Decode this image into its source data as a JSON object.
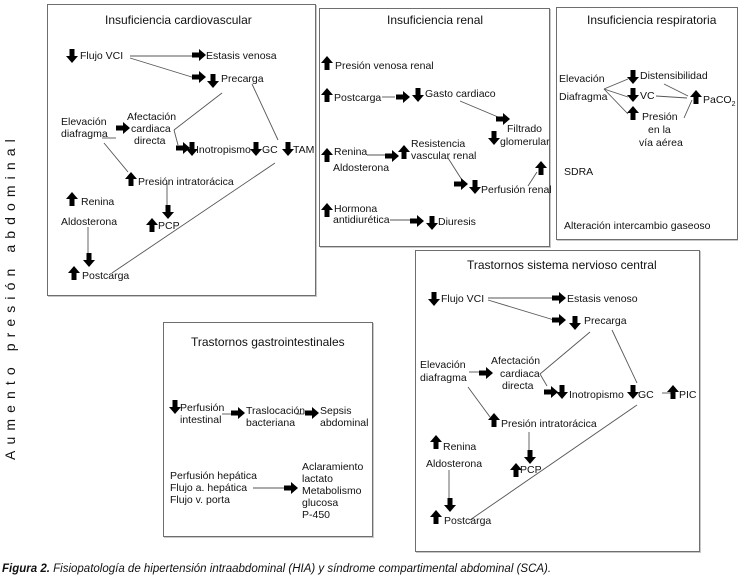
{
  "side_label": "Aumento presión abdominal",
  "caption": {
    "label": "Figura 2.",
    "text": " Fisiopatología de hipertensión intraabdominal (HIA) y síndrome compartimental abdominal (SCA)."
  },
  "icons": {
    "up": "arrow-up-icon",
    "down": "arrow-down-icon",
    "right": "arrow-right-icon"
  },
  "cardiovascular": {
    "title": "Insuficiencia cardiovascular",
    "flujo_vci": "Flujo VCI",
    "estasis": "Estasis venosa",
    "precarga": "Precarga",
    "elevacion": "Elevación",
    "diafragma": "diafragma",
    "afectacion_1": "Afectación",
    "afectacion_2": "cardiaca",
    "afectacion_3": "directa",
    "inotropismo": "Inotropismo",
    "gc": "GC",
    "tam": "TAM",
    "presion_intratoracica": "Presión intratorácica",
    "renina": "Renina",
    "aldosterona": "Aldosterona",
    "pcp": "PCP",
    "postcarga": "Postcarga"
  },
  "renal": {
    "title": "Insuficiencia renal",
    "presion_venosa": "Presión venosa renal",
    "postcarga": "Postcarga",
    "gasto": "Gasto cardiaco",
    "filtrado_1": "Filtrado",
    "filtrado_2": "glomerular",
    "renina": "Renina",
    "aldosterona": "Aldosterona",
    "resistencia_1": "Resistencia",
    "resistencia_2": "vascular renal",
    "perfusion": "Perfusión renal",
    "hormona_1": "Hormona",
    "hormona_2": "antidiurética",
    "diuresis": "Diuresis"
  },
  "respiratoria": {
    "title": "Insuficiencia respiratoria",
    "elevacion": "Elevación",
    "diafragma": "Diafragma",
    "distensibilidad": "Distensibilidad",
    "vc": "VC",
    "presion_1": "Presión",
    "presion_2": "en la",
    "presion_3": "vía aérea",
    "paco2": "PaCO",
    "paco2_sub": "2",
    "sdra": "SDRA",
    "alteracion": "Alteración intercambio gaseoso"
  },
  "gastro": {
    "title": "Trastornos gastrointestinales",
    "perfusion_1": "Perfusión",
    "perfusion_2": "intestinal",
    "traslocacion_1": "Traslocación",
    "traslocacion_2": "bacteriana",
    "sepsis_1": "Sepsis",
    "sepsis_2": "abdominal",
    "hepatica_1": "Perfusión hepática",
    "hepatica_2": "Flujo a. hepática",
    "hepatica_3": "Flujo v. porta",
    "result_1": "Aclaramiento",
    "result_2": "lactato",
    "result_3": "Metabolismo",
    "result_4": "glucosa",
    "result_5": "P-450"
  },
  "snc": {
    "title": "Trastornos sistema nervioso central",
    "flujo_vci": "Flujo VCI",
    "estasis": "Estasis venoso",
    "precarga": "Precarga",
    "elevacion": "Elevación",
    "diafragma": "diafragma",
    "afectacion_1": "Afectación",
    "afectacion_2": "cardiaca",
    "afectacion_3": "directa",
    "inotropismo": "Inotropismo",
    "gc": "GC",
    "pic": "PIC",
    "presion_intratoracica": "Presión intratorácica",
    "renina": "Renina",
    "aldosterona": "Aldosterona",
    "pcp": "PCP",
    "postcarga": "Postcarga"
  }
}
